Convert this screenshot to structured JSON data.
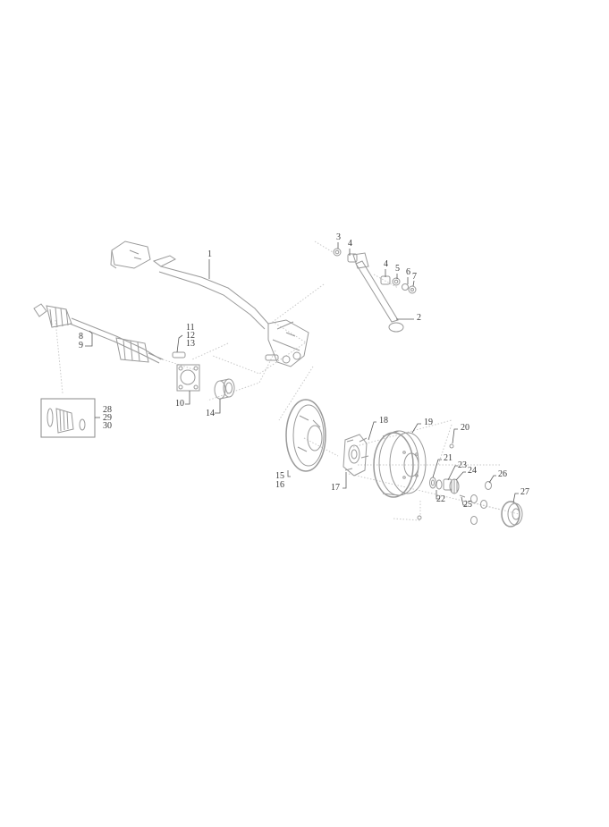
{
  "diagram": {
    "type": "exploded-parts-view",
    "subject": "rear axle / torsion beam assembly with drive shaft, shock absorber and brake drum",
    "colors": {
      "background": "#ffffff",
      "linework": "#9a9a9a",
      "label_text": "#3a3a3a",
      "leader_line": "#5a5a5a",
      "guide_line": "#c8c8c8"
    },
    "labels": {
      "l1": "1",
      "l2": "2",
      "l3": "3",
      "l4a": "4",
      "l4b": "4",
      "l5": "5",
      "l6": "6",
      "l7": "7",
      "l8": "8",
      "l9": "9",
      "l10": "10",
      "l11": "11",
      "l12": "12",
      "l13": "13",
      "l14": "14",
      "l15": "15",
      "l16": "16",
      "l17": "17",
      "l18": "18",
      "l19": "19",
      "l20": "20",
      "l21": "21",
      "l22": "22",
      "l23": "23",
      "l24": "24",
      "l25": "25",
      "l26": "26",
      "l27": "27",
      "l28": "28",
      "l29": "29",
      "l30": "30"
    },
    "parts": [
      {
        "callout": "1",
        "depicts": "rear axle beam"
      },
      {
        "callout": "2",
        "depicts": "shock absorber"
      },
      {
        "callout": "3",
        "depicts": "washer"
      },
      {
        "callout": "4",
        "depicts": "bushing"
      },
      {
        "callout": "5",
        "depicts": "washer"
      },
      {
        "callout": "6",
        "depicts": "spring washer"
      },
      {
        "callout": "7",
        "depicts": "nut"
      },
      {
        "callout": "8/9",
        "depicts": "drive shaft"
      },
      {
        "callout": "10",
        "depicts": "bearing plate"
      },
      {
        "callout": "11/12/13",
        "depicts": "bolt"
      },
      {
        "callout": "14",
        "depicts": "bearing"
      },
      {
        "callout": "15/16",
        "depicts": "brake backing plate"
      },
      {
        "callout": "17",
        "depicts": "wheel hub"
      },
      {
        "callout": "18",
        "depicts": "wheel stud"
      },
      {
        "callout": "19",
        "depicts": "brake drum"
      },
      {
        "callout": "20",
        "depicts": "screw"
      },
      {
        "callout": "21",
        "depicts": "washer"
      },
      {
        "callout": "22",
        "depicts": "washer"
      },
      {
        "callout": "23",
        "depicts": "nut"
      },
      {
        "callout": "24",
        "depicts": "castle nut"
      },
      {
        "callout": "25",
        "depicts": "cotter pin"
      },
      {
        "callout": "26",
        "depicts": "wheel nut"
      },
      {
        "callout": "27",
        "depicts": "hub cap"
      },
      {
        "callout": "28/29/30",
        "depicts": "CV boot kit"
      }
    ]
  }
}
